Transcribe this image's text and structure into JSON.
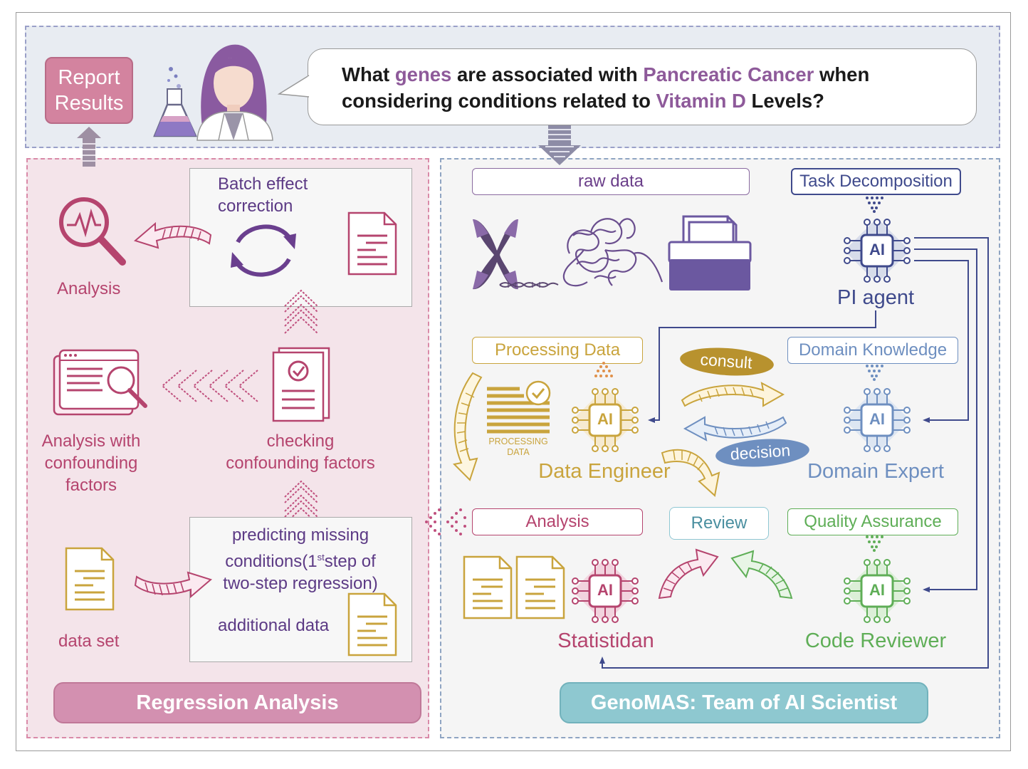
{
  "question": {
    "part1": "What ",
    "hl1": "genes",
    "part2": " are associated with ",
    "hl2": "Pancreatic Cancer",
    "part3": " when",
    "part4": "considering conditions related to ",
    "hl3": "Vitamin D",
    "part5": " Levels?"
  },
  "report": {
    "line1": "Report",
    "line2": "Results"
  },
  "left": {
    "batch_line1": "Batch effect",
    "batch_line2": "correction",
    "analysis": "Analysis",
    "analysis_conf_1": "Analysis with",
    "analysis_conf_2": "confounding",
    "analysis_conf_3": "factors",
    "checking_1": "checking",
    "checking_2": "confounding factors",
    "predict_1": "predicting missing",
    "predict_2a": "conditions(1",
    "predict_sup": "st",
    "predict_2b": "step of",
    "predict_3": "two-step regression)",
    "additional": "additional data",
    "dataset": "data set",
    "footer": "Regression Analysis"
  },
  "right": {
    "raw_data": "raw data",
    "task_decomp": "Task Decomposition",
    "pi_agent": "PI agent",
    "processing_data": "Processing Data",
    "proc_icon_1": "PROCESSING",
    "proc_icon_2": "DATA",
    "data_engineer": "Data Engineer",
    "consult": "consult",
    "decision": "decision",
    "domain_knowledge": "Domain Knowledge",
    "domain_expert": "Domain Expert",
    "analysis": "Analysis",
    "review": "Review",
    "qa": "Quality Assurance",
    "statistician": "Statistidan",
    "code_reviewer": "Code Reviewer",
    "ai": "AI",
    "footer": "GenoMAS: Team of AI Scientist"
  },
  "colors": {
    "pi": "#3f4a8c",
    "engineer": "#c9a43d",
    "expert": "#6e8fc0",
    "statistician": "#b5446e",
    "reviewer": "#5fae57",
    "purple": "#6b3f8a",
    "pink": "#c0507e"
  }
}
